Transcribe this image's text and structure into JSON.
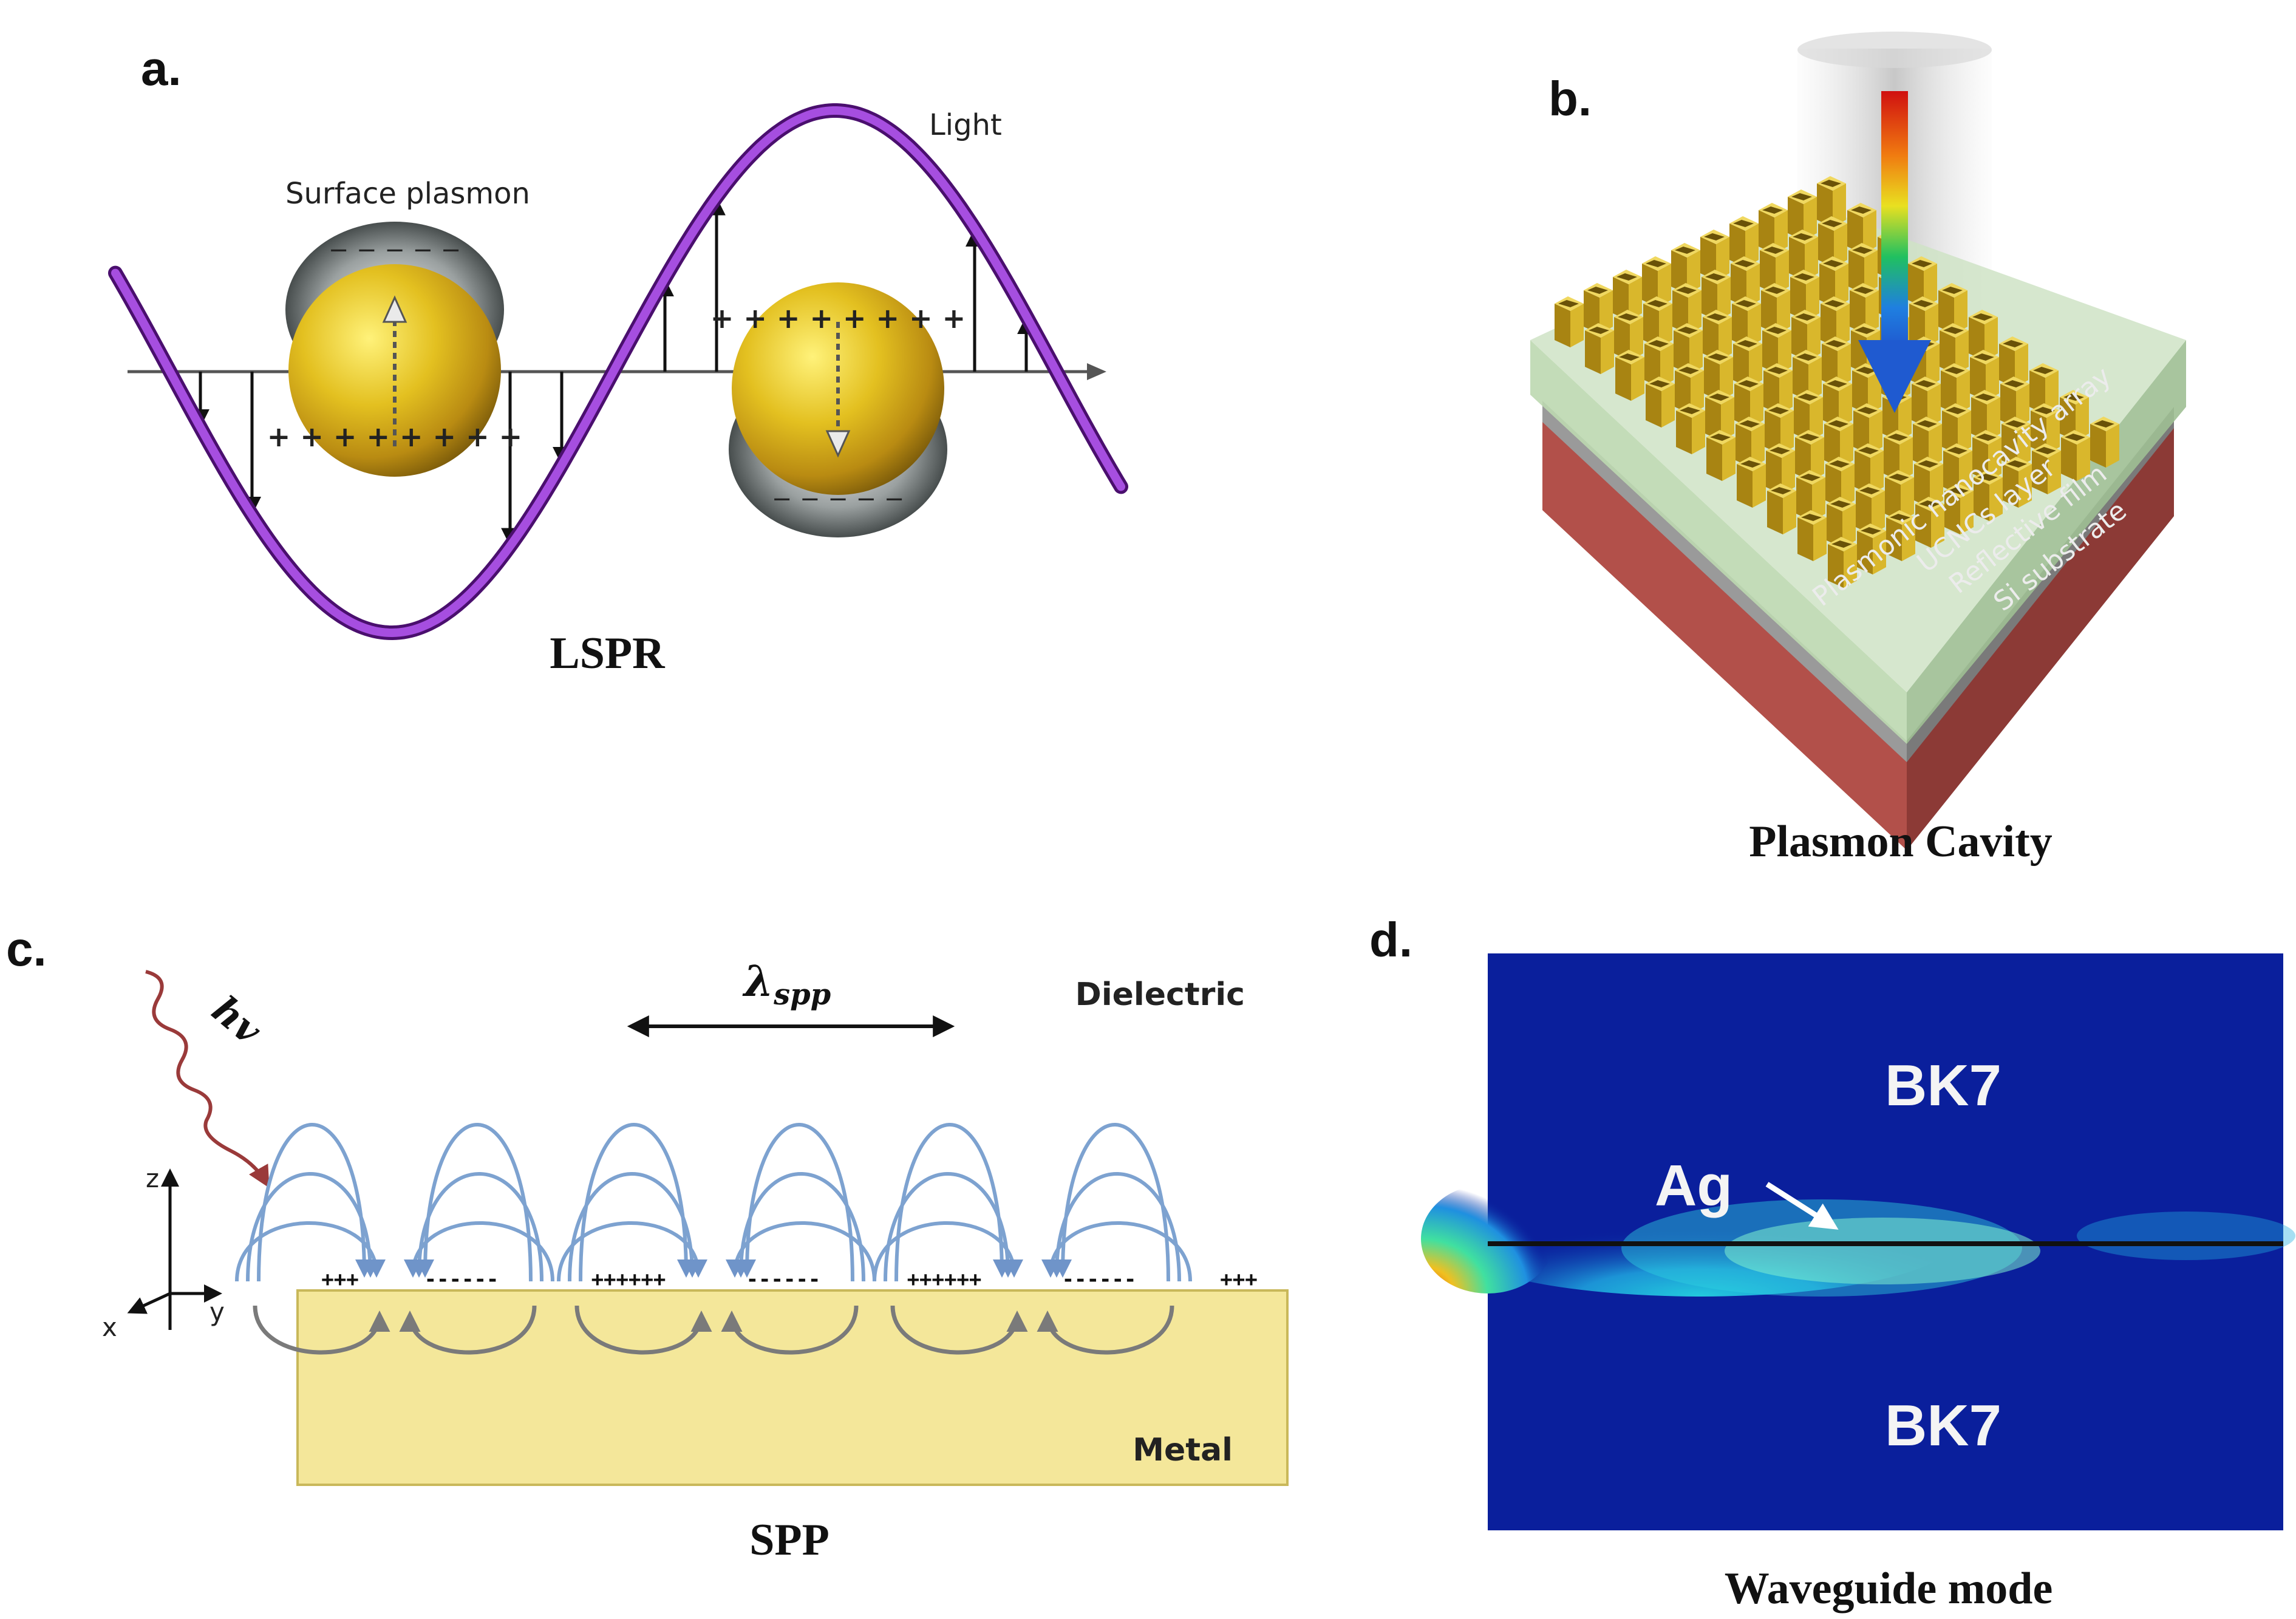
{
  "panels": {
    "a": {
      "letter": "a.",
      "caption": "LSPR",
      "light_label": "Light",
      "plasmon_label": "Surface plasmon",
      "top_charges": "− − − − −",
      "plus_charges": "+ + + + + + + +",
      "minus_charges": "− − − − −"
    },
    "b": {
      "letter": "b.",
      "caption": "Plasmon Cavity",
      "layers": [
        "Plasmonic nanocavity array",
        "UCNCs layer",
        "Reflective film",
        "Si substrate"
      ]
    },
    "c": {
      "letter": "c.",
      "caption": "SPP",
      "wavelength_main": "λ",
      "wavelength_sub": "spp",
      "photon_label": "hv",
      "dielectric_label": "Dielectric",
      "metal_label": "Metal",
      "axis_z": "z",
      "axis_y": "y",
      "axis_x": "x",
      "charges": [
        "+++",
        "------",
        "++++++",
        "------",
        "++++++",
        "------",
        "+++"
      ]
    },
    "d": {
      "letter": "d.",
      "caption": "Waveguide mode",
      "top_label": "BK7",
      "bottom_label": "BK7",
      "ag_label": "Ag"
    }
  },
  "colors": {
    "wave": "#8a1fbf",
    "gold": "#d6b21c",
    "field_line": "#7da2d0",
    "metal": "#f4e79a",
    "substrate": "#b2504a",
    "waveguide_bg": "#0a1f9c"
  }
}
